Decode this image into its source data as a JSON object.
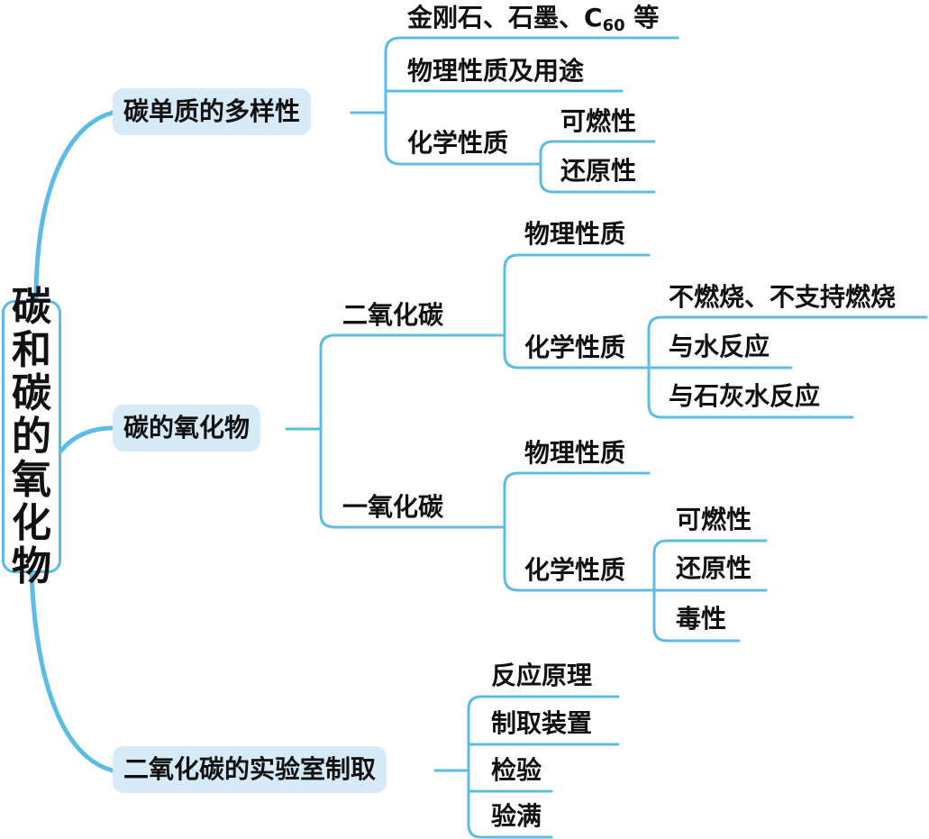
{
  "root": {
    "chars": [
      "碳",
      "和",
      "碳",
      "的",
      "氧",
      "化",
      "物"
    ]
  },
  "branch1": {
    "label": "碳单质的多样性",
    "items": {
      "allotropes_a": "金刚石、石墨、C",
      "allotropes_sub": "60",
      "allotropes_b": " 等",
      "physical": "物理性质及用途",
      "chemical": "化学性质",
      "chem_items": [
        "可燃性",
        "还原性"
      ]
    }
  },
  "branch2": {
    "label": "碳的氧化物",
    "co2": {
      "label": "二氧化碳",
      "physical": "物理性质",
      "chemical": "化学性质",
      "chem_items": [
        "不燃烧、不支持燃烧",
        "与水反应",
        "与石灰水反应"
      ]
    },
    "co": {
      "label": "一氧化碳",
      "physical": "物理性质",
      "chemical": "化学性质",
      "chem_items": [
        "可燃性",
        "还原性",
        "毒性"
      ]
    }
  },
  "branch3": {
    "label": "二氧化碳的实验室制取",
    "items": [
      "反应原理",
      "制取装置",
      "检验",
      "验满"
    ]
  },
  "colors": {
    "line": "#5bbce4",
    "box_fill": "#d6eaf7",
    "text": "#111111"
  }
}
